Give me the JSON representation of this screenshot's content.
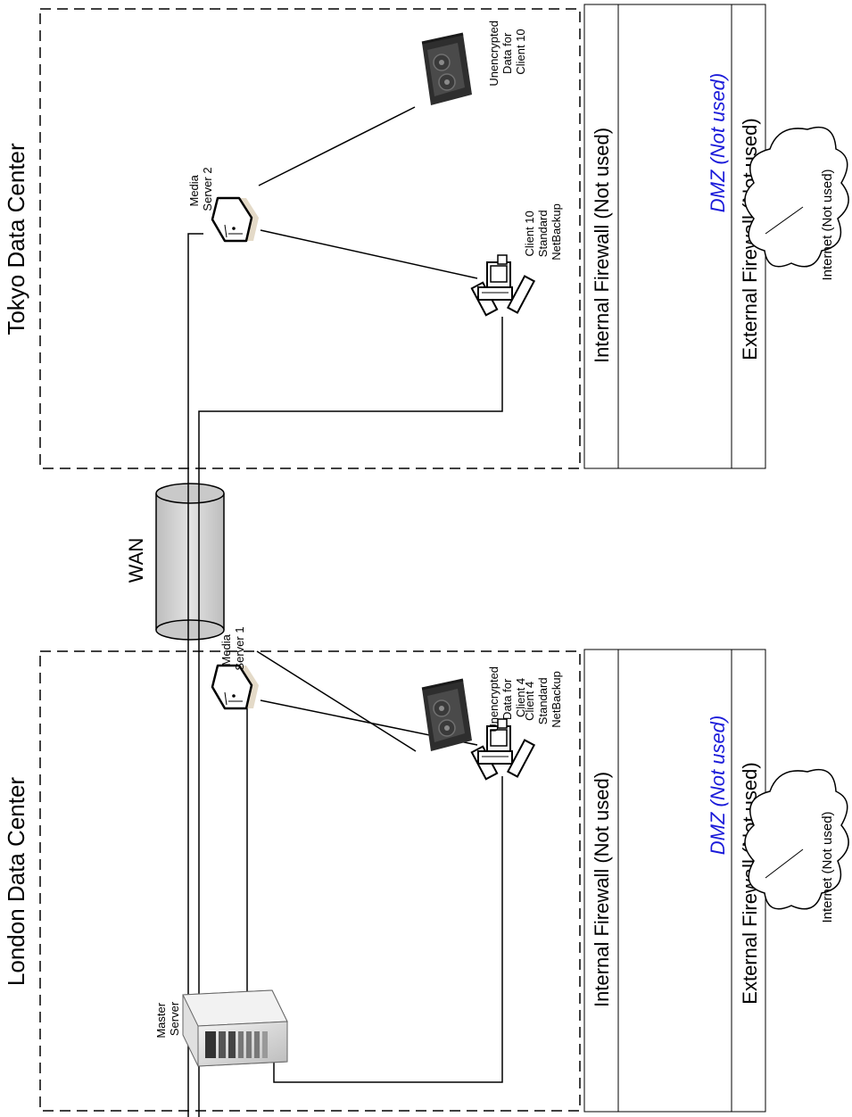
{
  "data_centers": [
    {
      "title": "London Data Center",
      "master_server": [
        "Master",
        "Server"
      ],
      "media_server": [
        "Media",
        "Server 1"
      ],
      "client": [
        "Client 4",
        "Standard",
        "NetBackup"
      ],
      "tape": [
        "Unencrypted",
        "Data for",
        "Client 4"
      ],
      "internal_firewall": "Internal Firewall (Not used)",
      "dmz": "DMZ (Not used)",
      "external_firewall": "External Firewall (Not used)",
      "internet": "Internet (Not used)"
    },
    {
      "title": "Tokyo Data Center",
      "media_server": [
        "Media",
        "Server 2"
      ],
      "client": [
        "Client 10",
        "Standard",
        "NetBackup"
      ],
      "tape": [
        "Unencrypted",
        "Data for",
        "Client 10"
      ],
      "internal_firewall": "Internal Firewall (Not used)",
      "dmz": "DMZ (Not used)",
      "external_firewall": "External Firewall (Not used)",
      "internet": "Internet (Not used)"
    }
  ],
  "wan": "WAN",
  "colors": {
    "dmz_text": "#1a1ad9",
    "wan_fill": "#d0d0d0",
    "server_tan": "#d8cbb0"
  },
  "icons": [
    "master-server-icon",
    "media-server-icon",
    "client-workstation-icon",
    "tape-drive-icon",
    "cloud-icon",
    "wan-cylinder-icon"
  ]
}
